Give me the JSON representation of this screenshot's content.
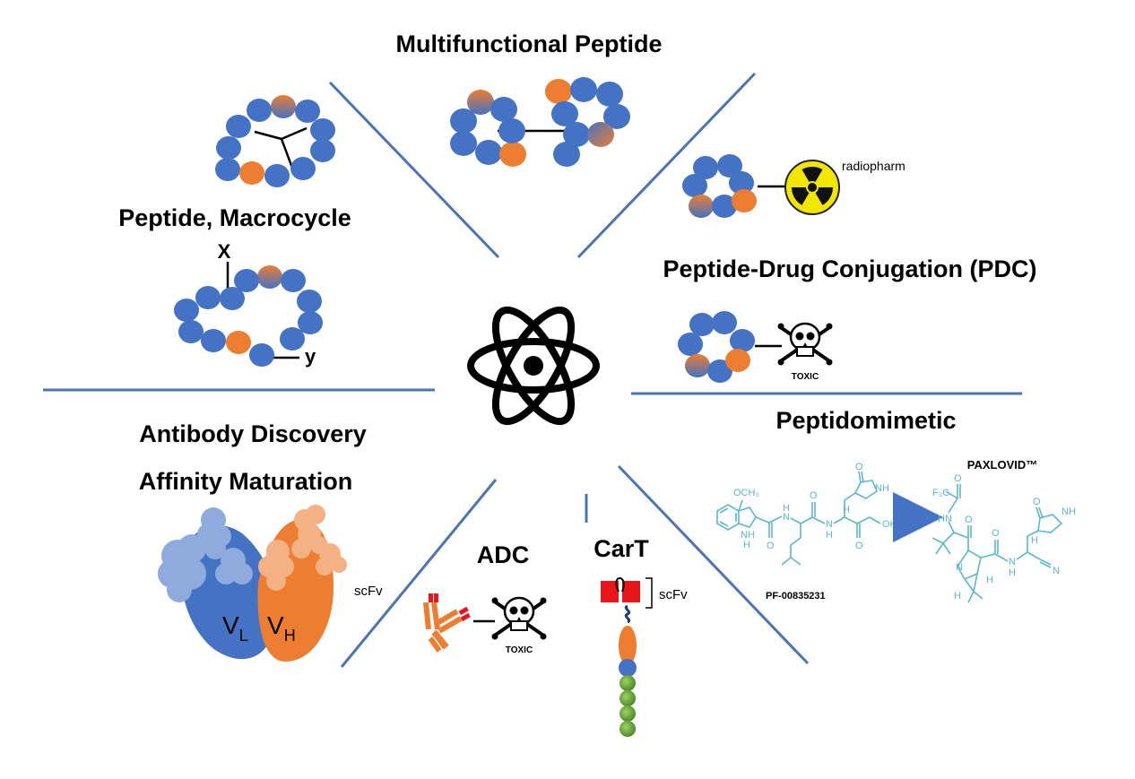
{
  "colors": {
    "bead_blue": "#4472c4",
    "bead_orange": "#ed7d31",
    "divider": "#4a74b4",
    "radiation_yellow": "#f2e600",
    "chem_cyan": "#5bb8c9",
    "cart_green": "#70ad47",
    "cart_red": "#e8161a"
  },
  "center": {
    "icon": "atom-icon"
  },
  "sections": {
    "multifunctional": {
      "title": "Multifunctional Peptide"
    },
    "macrocycle": {
      "title": "Peptide, Macrocycle",
      "label_x": "X",
      "label_y": "y"
    },
    "pdc": {
      "title": "Peptide-Drug Conjugation (PDC)",
      "radio_label": "radiopharm",
      "toxic_label": "TOXIC"
    },
    "antibody": {
      "title_line1": "Antibody Discovery",
      "title_line2": "Affinity Maturation",
      "vl_main": "V",
      "vl_sub": "L",
      "vh_main": "V",
      "vh_sub": "H",
      "scfv_label": "scFv"
    },
    "adc": {
      "title": "ADC",
      "toxic_label": "TOXIC"
    },
    "cart": {
      "title": "CarT",
      "scfv_label": "scFv"
    },
    "peptidomimetic": {
      "title": "Peptidomimetic",
      "drug_name": "PAXLOVID™",
      "compound_label": "PF-00835231",
      "atoms": {
        "och3": "OCH₃",
        "nh": "NH",
        "h": "H",
        "o": "O",
        "oh": "OH",
        "n": "N",
        "f3c": "F₃C",
        "hn": "HN",
        "cn": "N"
      }
    }
  }
}
